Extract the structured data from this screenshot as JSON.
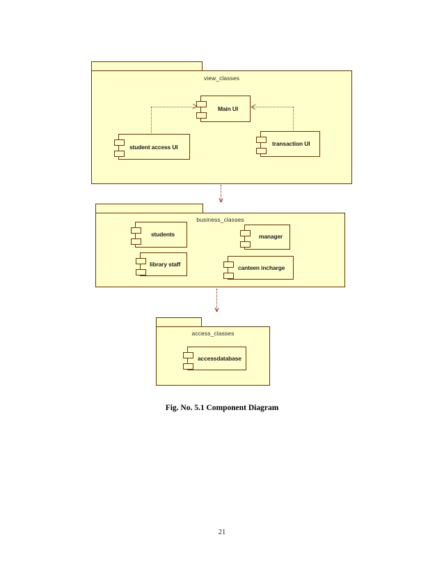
{
  "document": {
    "caption": "Fig. No. 5.1 Component Diagram",
    "page_number": "21"
  },
  "colors": {
    "package_fill": "#FFFFCC",
    "package_border": "#663300",
    "component_fill": "#FFFFCC",
    "component_border": "#663300",
    "component_label": "#1A1A1A",
    "package_title": "#2B2B2B",
    "dependency_arrow": "#8A5A2B",
    "package_dependency_arrow": "#8B1A1A",
    "page_background": "#FFFFFF"
  },
  "diagram": {
    "type": "uml-component-diagram",
    "packages": [
      {
        "id": "view_classes",
        "title": "view_classes",
        "components": [
          {
            "id": "main_ui",
            "label": "Main UI"
          },
          {
            "id": "student_access_ui",
            "label": "student access UI"
          },
          {
            "id": "transaction_ui",
            "label": "transaction UI"
          }
        ]
      },
      {
        "id": "business_classes",
        "title": "business_classes",
        "components": [
          {
            "id": "students",
            "label": "students"
          },
          {
            "id": "library_staff",
            "label": "library staff"
          },
          {
            "id": "manager",
            "label": "manager"
          },
          {
            "id": "canteen_incharge",
            "label": "canteen incharge"
          }
        ]
      },
      {
        "id": "access_classes",
        "title": "access_classes",
        "components": [
          {
            "id": "accessdatabase",
            "label": "accessdatabase"
          }
        ]
      }
    ],
    "dependencies": [
      {
        "from": "student_access_ui",
        "to": "main_ui",
        "style": "dotted",
        "arrow": "open"
      },
      {
        "from": "transaction_ui",
        "to": "main_ui",
        "style": "dotted",
        "arrow": "open"
      },
      {
        "from": "view_classes",
        "to": "business_classes",
        "style": "dotted",
        "arrow": "open"
      },
      {
        "from": "business_classes",
        "to": "access_classes",
        "style": "dotted",
        "arrow": "open"
      }
    ]
  }
}
